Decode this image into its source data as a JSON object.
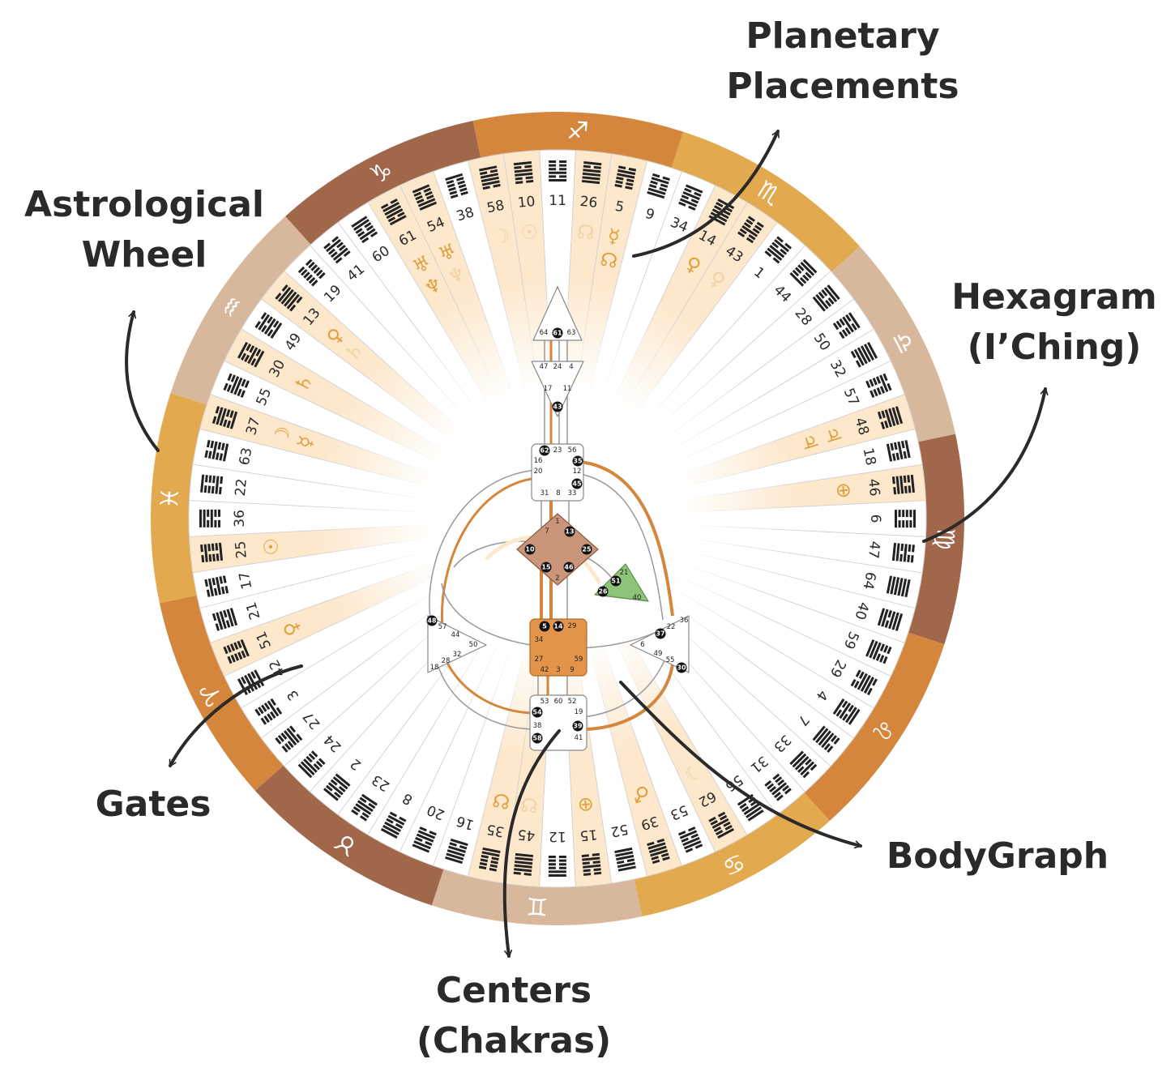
{
  "labels": {
    "astrological_wheel": [
      "Astrological",
      "Wheel"
    ],
    "planetary_placements": [
      "Planetary",
      "Placements"
    ],
    "hexagram": [
      "Hexagram",
      "(I’Ching)"
    ],
    "gates": [
      "Gates"
    ],
    "bodygraph": [
      "BodyGraph"
    ],
    "centers": [
      "Centers",
      "(Chakras)"
    ]
  },
  "colors": {
    "ring_dark": "#a0674a",
    "ring_orange": "#d4873c",
    "ring_gold": "#e2a94e",
    "ring_tan": "#d8b89c",
    "highlight": "#fde8cc",
    "planet_glyph": "#e0a040",
    "planet_glyph_faint": "#f0d2a6",
    "text": "#2a2a2a",
    "throat_sacral_orange": "#e2954a",
    "g_center_brown": "#c9967a",
    "ego_green": "#8dc47a"
  },
  "zodiac": [
    {
      "glyph": "♑",
      "color": "#a0674a"
    },
    {
      "glyph": "♐",
      "color": "#d4873c"
    },
    {
      "glyph": "♏",
      "color": "#e2a94e"
    },
    {
      "glyph": "♎",
      "color": "#d8b89c"
    },
    {
      "glyph": "♍",
      "color": "#a0674a"
    },
    {
      "glyph": "♌",
      "color": "#d4873c"
    },
    {
      "glyph": "♋",
      "color": "#e2a94e"
    },
    {
      "glyph": "♊",
      "color": "#d8b89c"
    },
    {
      "glyph": "♉",
      "color": "#a0674a"
    },
    {
      "glyph": "♈",
      "color": "#d4873c"
    },
    {
      "glyph": "♓",
      "color": "#e2a94e"
    },
    {
      "glyph": "♒",
      "color": "#d8b89c"
    }
  ],
  "gates": [
    {
      "n": "11"
    },
    {
      "n": "26",
      "hl": true,
      "planets": [
        "☊"
      ],
      "faint": true
    },
    {
      "n": "5",
      "hl": true,
      "planets": [
        "☿",
        "☊"
      ]
    },
    {
      "n": "9"
    },
    {
      "n": "34"
    },
    {
      "n": "14",
      "hl": true,
      "planets": [
        "♀"
      ]
    },
    {
      "n": "43",
      "hl": true,
      "planets": [
        "♀"
      ],
      "faint": true
    },
    {
      "n": "1"
    },
    {
      "n": "44"
    },
    {
      "n": "28"
    },
    {
      "n": "50"
    },
    {
      "n": "32"
    },
    {
      "n": "57"
    },
    {
      "n": "48",
      "hl": true,
      "planets": [
        "♃",
        "♃"
      ]
    },
    {
      "n": "18"
    },
    {
      "n": "46",
      "hl": true,
      "planets": [
        "⊕"
      ]
    },
    {
      "n": "6"
    },
    {
      "n": "47"
    },
    {
      "n": "64"
    },
    {
      "n": "40"
    },
    {
      "n": "59"
    },
    {
      "n": "29"
    },
    {
      "n": "4"
    },
    {
      "n": "7"
    },
    {
      "n": "33"
    },
    {
      "n": "31"
    },
    {
      "n": "56"
    },
    {
      "n": "62",
      "hl": true,
      "planets": [
        "☽"
      ],
      "faint": true
    },
    {
      "n": "53"
    },
    {
      "n": "39",
      "hl": true,
      "planets": [
        "♂"
      ]
    },
    {
      "n": "52"
    },
    {
      "n": "15",
      "hl": true,
      "planets": [
        "⊕"
      ]
    },
    {
      "n": "12"
    },
    {
      "n": "45",
      "hl": true,
      "planets": [
        "☋"
      ],
      "faint": true
    },
    {
      "n": "35",
      "hl": true,
      "planets": [
        "☋"
      ]
    },
    {
      "n": "16"
    },
    {
      "n": "20"
    },
    {
      "n": "8"
    },
    {
      "n": "23"
    },
    {
      "n": "2"
    },
    {
      "n": "24"
    },
    {
      "n": "27"
    },
    {
      "n": "3"
    },
    {
      "n": "42"
    },
    {
      "n": "51",
      "hl": true,
      "planets": [
        "♀"
      ]
    },
    {
      "n": "21"
    },
    {
      "n": "17"
    },
    {
      "n": "25",
      "hl": true,
      "planets": [
        "☉"
      ]
    },
    {
      "n": "36"
    },
    {
      "n": "22"
    },
    {
      "n": "63"
    },
    {
      "n": "37",
      "hl": true,
      "planets": [
        "☽",
        "☿"
      ]
    },
    {
      "n": "55"
    },
    {
      "n": "30",
      "hl": true,
      "planets": [
        "♄"
      ]
    },
    {
      "n": "49"
    },
    {
      "n": "13",
      "hl": true,
      "planets": [
        "♀",
        "♄"
      ],
      "faint": true
    },
    {
      "n": "19"
    },
    {
      "n": "41"
    },
    {
      "n": "60"
    },
    {
      "n": "61",
      "hl": true,
      "planets": [
        "♅",
        "♆"
      ]
    },
    {
      "n": "54",
      "hl": true,
      "planets": [
        "♅",
        "♆"
      ],
      "faint": true
    },
    {
      "n": "38"
    },
    {
      "n": "58",
      "hl": true,
      "planets": [
        "☽"
      ],
      "faint": true
    },
    {
      "n": "10",
      "hl": true,
      "planets": [
        "☉"
      ],
      "faint": true
    }
  ],
  "centers": {
    "head": {
      "gates": [
        "64",
        "61",
        "63"
      ],
      "defined": [
        "61"
      ]
    },
    "ajna": {
      "gates": [
        "47",
        "24",
        "4",
        "17",
        "11",
        "43"
      ],
      "defined": [
        "43"
      ]
    },
    "throat": {
      "gates": [
        "62",
        "23",
        "56",
        "16",
        "35",
        "20",
        "12",
        "45",
        "31",
        "8",
        "33"
      ],
      "defined": [
        "62",
        "35",
        "45"
      ]
    },
    "g": {
      "gates": [
        "1",
        "7",
        "13",
        "10",
        "25",
        "15",
        "46",
        "2"
      ],
      "defined": [
        "13",
        "10",
        "25",
        "15",
        "46"
      ]
    },
    "ego": {
      "gates": [
        "21",
        "51",
        "26",
        "40"
      ],
      "defined": [
        "51",
        "26"
      ]
    },
    "spleen": {
      "gates": [
        "48",
        "57",
        "44",
        "50",
        "32",
        "28",
        "18"
      ],
      "defined": [
        "48"
      ]
    },
    "solar_plexus": {
      "gates": [
        "36",
        "22",
        "37",
        "6",
        "49",
        "55",
        "30"
      ],
      "defined": [
        "37",
        "30"
      ]
    },
    "sacral": {
      "gates": [
        "5",
        "14",
        "29",
        "34",
        "27",
        "59",
        "42",
        "3",
        "9"
      ],
      "defined": [
        "5",
        "14"
      ]
    },
    "root": {
      "gates": [
        "53",
        "60",
        "52",
        "54",
        "19",
        "38",
        "39",
        "58",
        "41"
      ],
      "defined": [
        "54",
        "39",
        "58"
      ]
    }
  }
}
